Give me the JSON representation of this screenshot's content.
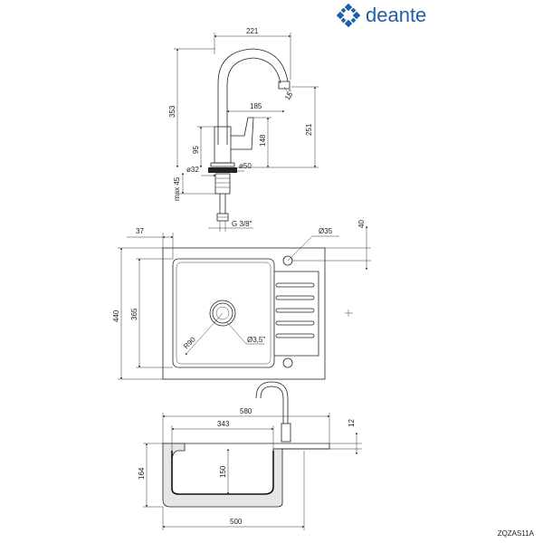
{
  "brand": {
    "name": "deante",
    "color": "#1e5fa8",
    "logo_icon": "deante-logo-icon"
  },
  "model_code": "ZQZAS11A",
  "faucet": {
    "width": "221",
    "height": "353",
    "spout_angle": "15°",
    "reach": "185",
    "spout_height": "251",
    "lever_height": "148",
    "body_height": "95",
    "max_deck": "max 45",
    "d_base": "ø32",
    "d_nut": "ø50",
    "thread": "G 3/8\""
  },
  "sink_top": {
    "left_offset": "37",
    "overflow_hole": "Ø35",
    "top_offset": "40",
    "depth": "440",
    "bowl_depth": "365",
    "radius": "R90",
    "drain": "Ø3,5\""
  },
  "sink_section": {
    "total_width": "580",
    "bowl_width": "343",
    "rim": "12",
    "height": "164",
    "inner_depth": "150",
    "base_width": "500"
  }
}
